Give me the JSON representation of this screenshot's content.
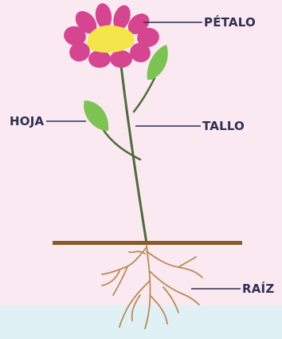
{
  "diagram": {
    "labels": {
      "petal": "PÉTALO",
      "leaf": "HOJA",
      "stem": "TALLO",
      "root": "RAÍZ"
    },
    "colors": {
      "background_top": "#fbe9f1",
      "background_bottom": "#e0f1f6",
      "petal": "#d6458f",
      "flower_center": "#f4e54a",
      "leaf": "#7cc353",
      "stem": "#4e6a3d",
      "ground": "#8a5a2b",
      "root": "#b98a55",
      "label_text": "#2f2f52",
      "pointer_line": "#2f2f52"
    }
  }
}
